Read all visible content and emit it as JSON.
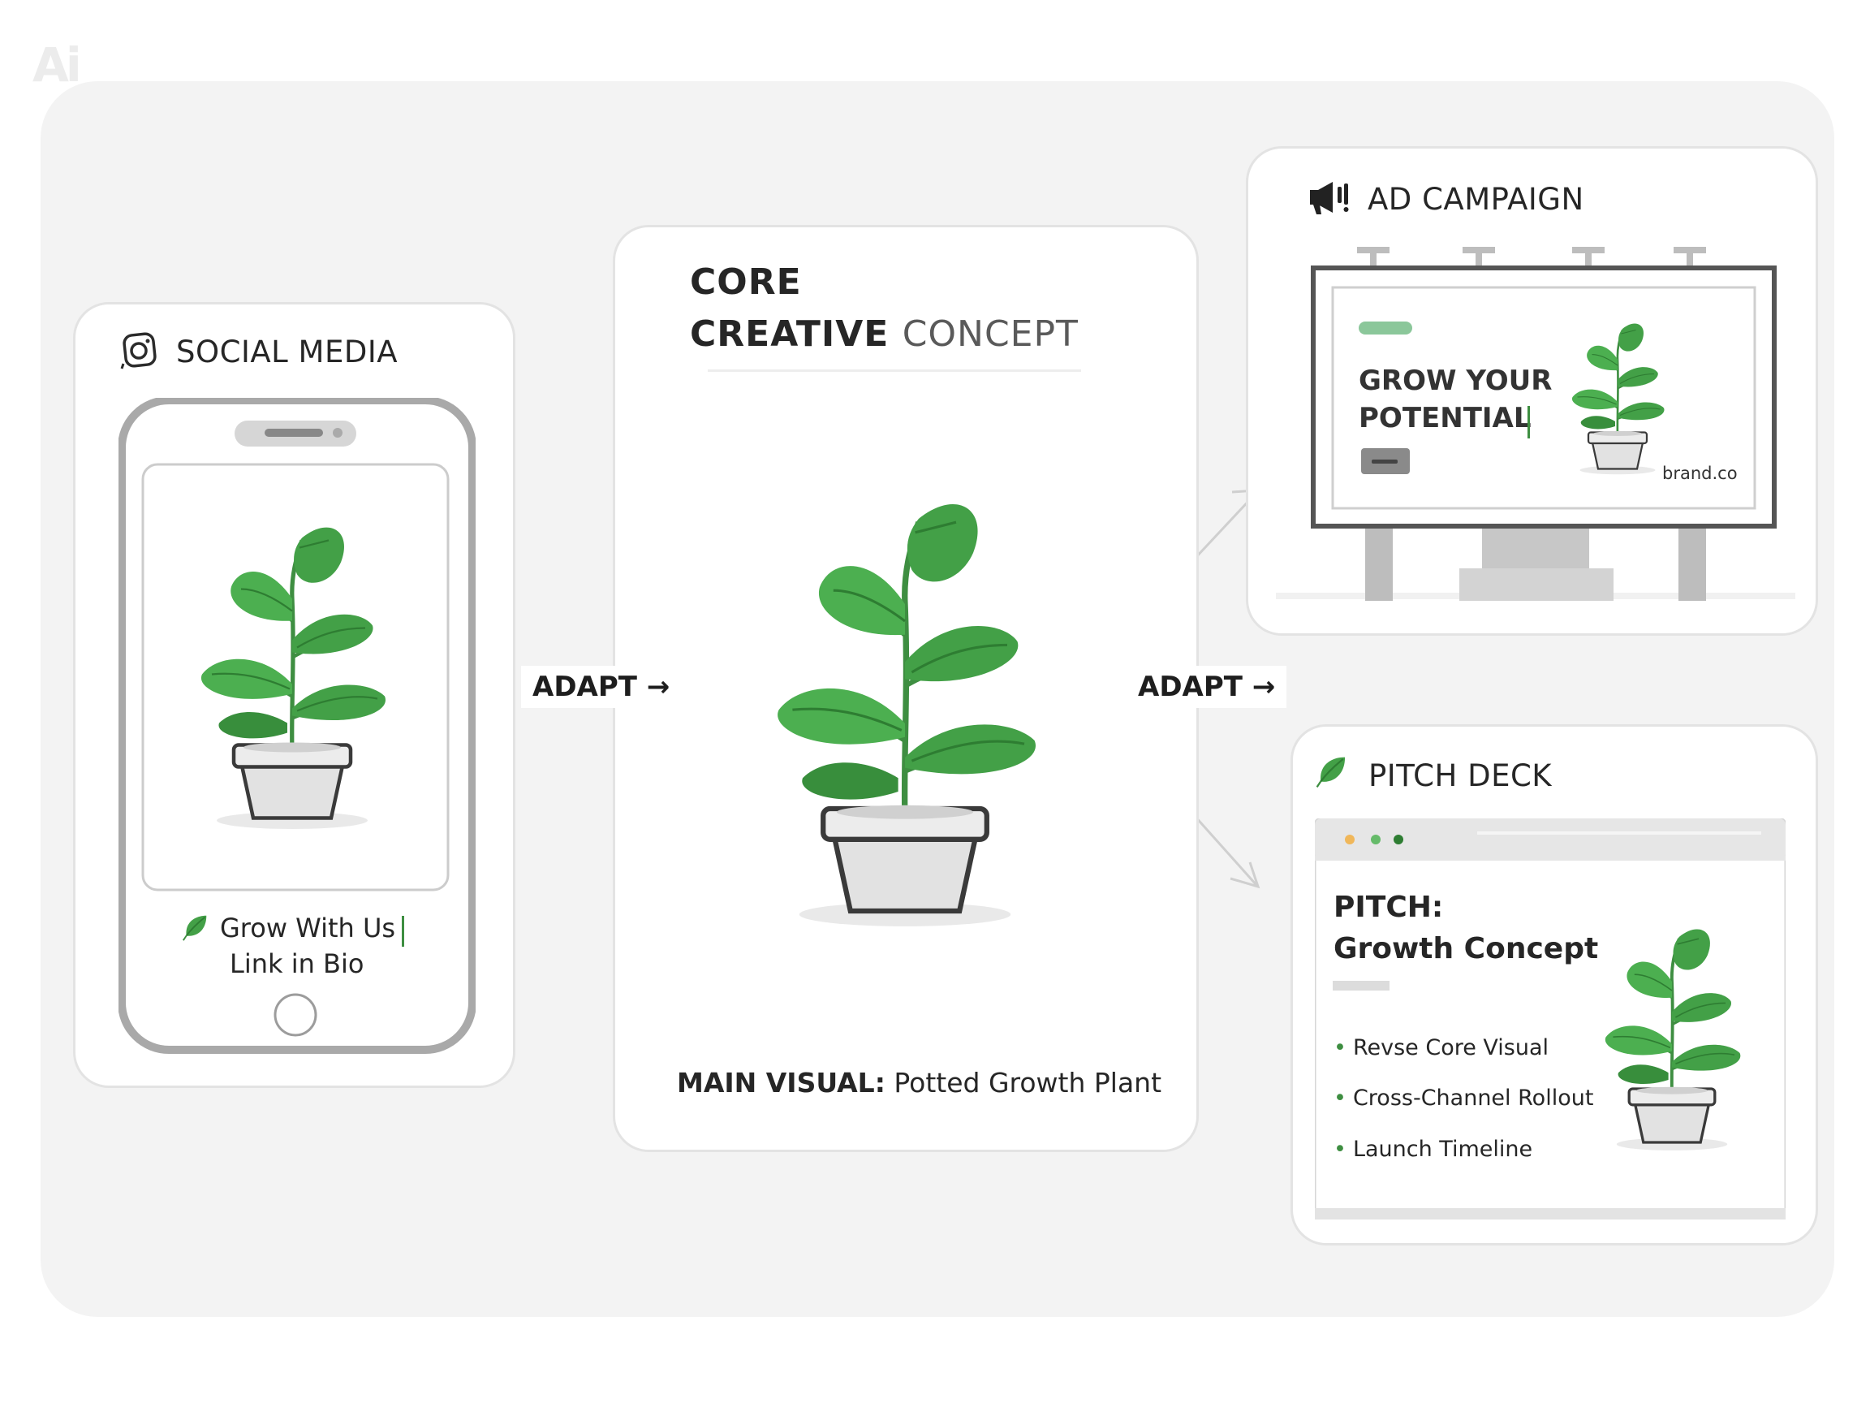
{
  "watermark": "Ai",
  "core": {
    "title_line1": "CORE",
    "title_line2_bold": "CREATIVE",
    "title_line2_light": "CONCEPT",
    "main_visual_label": "MAIN VISUAL:",
    "main_visual_value": "Potted Growth Plant"
  },
  "social": {
    "title": "SOCIAL MEDIA",
    "icon": "instagram-icon",
    "caption_line1": "Grow With Us",
    "caption_line2": "Link in Bio"
  },
  "ad": {
    "title": "AD CAMPAIGN",
    "icon": "megaphone-icon",
    "headline_line1": "GROW YOUR",
    "headline_line2": "POTENTIAL",
    "brand": "brand.co"
  },
  "pitch": {
    "title": "PITCH DECK",
    "icon": "leaf-icon",
    "heading_line1": "PITCH:",
    "heading_line2": "Growth Concept",
    "bullets": [
      "Revse Core Visual",
      "Cross-Channel Rollout",
      "Launch Timeline"
    ]
  },
  "connectors": {
    "adapt_left": "ADAPT →",
    "adapt_right": "ADAPT →"
  },
  "colors": {
    "leaf": "#43a047",
    "leaf_dark": "#2e7d32",
    "pot": "#dedede",
    "outline": "#3a3a3a",
    "accent_dot_1": "#f0b75a",
    "accent_dot_2": "#66bb6a",
    "accent_dot_3": "#2e7d32"
  }
}
